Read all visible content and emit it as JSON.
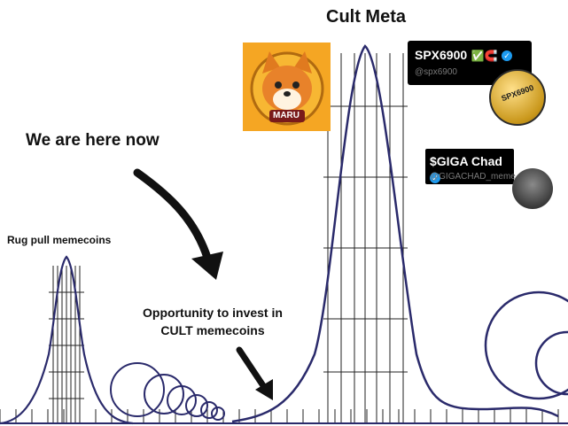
{
  "title": "Cult Meta",
  "here_label": "We are here now",
  "rug_label": "Rug pull memecoins",
  "opportunity": {
    "line1": "Opportunity to invest in",
    "line2": "CULT memecoins"
  },
  "maru_label": "MARU",
  "spx": {
    "name": "SPX6900",
    "emojis": "✅🧲",
    "handle": "@spx6900"
  },
  "giga": {
    "name": "$GIGA Chad",
    "handle": "@GIGACHAD_meme"
  },
  "coin_text": "SPX6900",
  "colors": {
    "track": "#2a2a6b",
    "support": "#222222",
    "maru_bg": "#f5a623"
  }
}
